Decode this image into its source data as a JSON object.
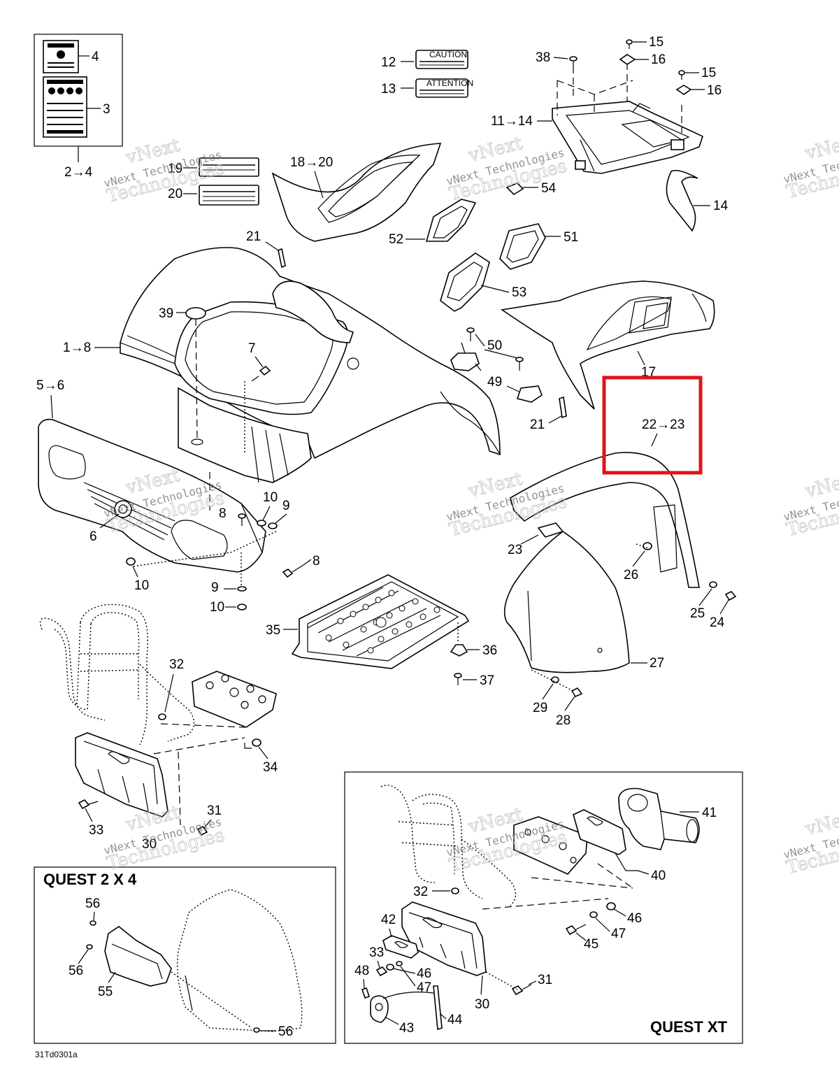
{
  "callouts": {
    "c4": "4",
    "c3": "3",
    "c2to4": "2→4",
    "c12": "12",
    "c13": "13",
    "c38": "38",
    "c15a": "15",
    "c16a": "16",
    "c15b": "15",
    "c16b": "16",
    "c11to14": "11→14",
    "c14": "14",
    "c54": "54",
    "c18to20": "18→20",
    "c19": "19",
    "c20": "20",
    "c21a": "21",
    "c52": "52",
    "c51": "51",
    "c53": "53",
    "c39": "39",
    "c1to8": "1→8",
    "c7": "7",
    "c5to6": "5→6",
    "c50": "50",
    "c49": "49",
    "c21b": "21",
    "c17": "17",
    "c22to23": "22→23",
    "c23": "23",
    "c26": "26",
    "c25": "25",
    "c24": "24",
    "c27": "27",
    "c29": "29",
    "c28": "28",
    "c8a": "8",
    "c10a": "10",
    "c9a": "9",
    "c6": "6",
    "c10b": "10",
    "c8b": "8",
    "c9b": "9",
    "c10c": "10",
    "c35": "35",
    "c36": "36",
    "c37": "37",
    "c32a": "32",
    "c34": "34",
    "c33a": "33",
    "c31a": "31",
    "c30a": "30",
    "c41": "41",
    "c40": "40",
    "c32b": "32",
    "c46a": "46",
    "c47a": "47",
    "c45": "45",
    "c42": "42",
    "c33b": "33",
    "c46b": "46",
    "c47b": "47",
    "c48": "48",
    "c31b": "31",
    "c30b": "30",
    "c43": "43",
    "c44": "44",
    "c56a": "56",
    "c56b": "56",
    "c55": "55",
    "c56c": "56"
  },
  "insets": {
    "quest_2x4_title": "QUEST 2 X 4",
    "quest_xt_title": "QUEST XT"
  },
  "decals": {
    "caution_heading": "CAUTION",
    "attention_heading": "ATTENTION"
  },
  "figure_code": "31Td0301a",
  "watermark": {
    "line1": "vNext Technologies",
    "word1": "vNext",
    "word2": "Technologies"
  },
  "highlight": {
    "color": "#e0141b",
    "target": "22→23"
  }
}
